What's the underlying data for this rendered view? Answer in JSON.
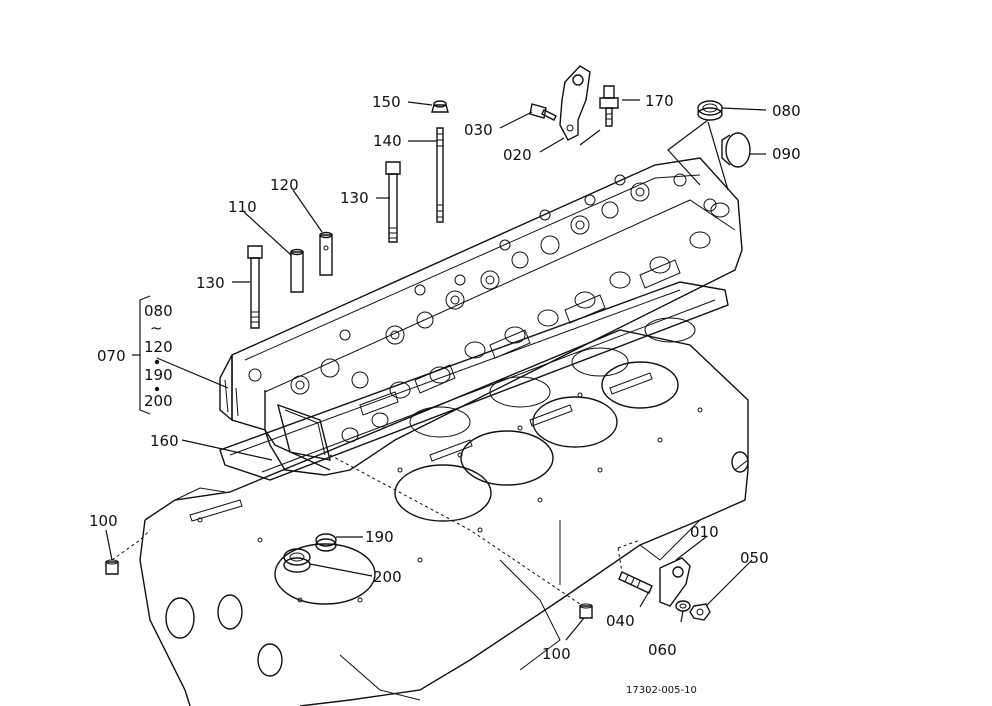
{
  "labels": {
    "p010": "010",
    "p020": "020",
    "p030": "030",
    "p040": "040",
    "p050": "050",
    "p060": "060",
    "p070": "070",
    "p080": "080",
    "p090": "090",
    "p100a": "100",
    "p100b": "100",
    "p110": "110",
    "p120": "120",
    "p130a": "130",
    "p130b": "130",
    "p140": "140",
    "p150": "150",
    "p160": "160",
    "p170": "170",
    "p190": "190",
    "p200": "200"
  },
  "kit_group": {
    "first": "080",
    "tilde": "~",
    "range_end": "120",
    "second": "190",
    "third": "200"
  },
  "figure_code": "17302-005-10"
}
